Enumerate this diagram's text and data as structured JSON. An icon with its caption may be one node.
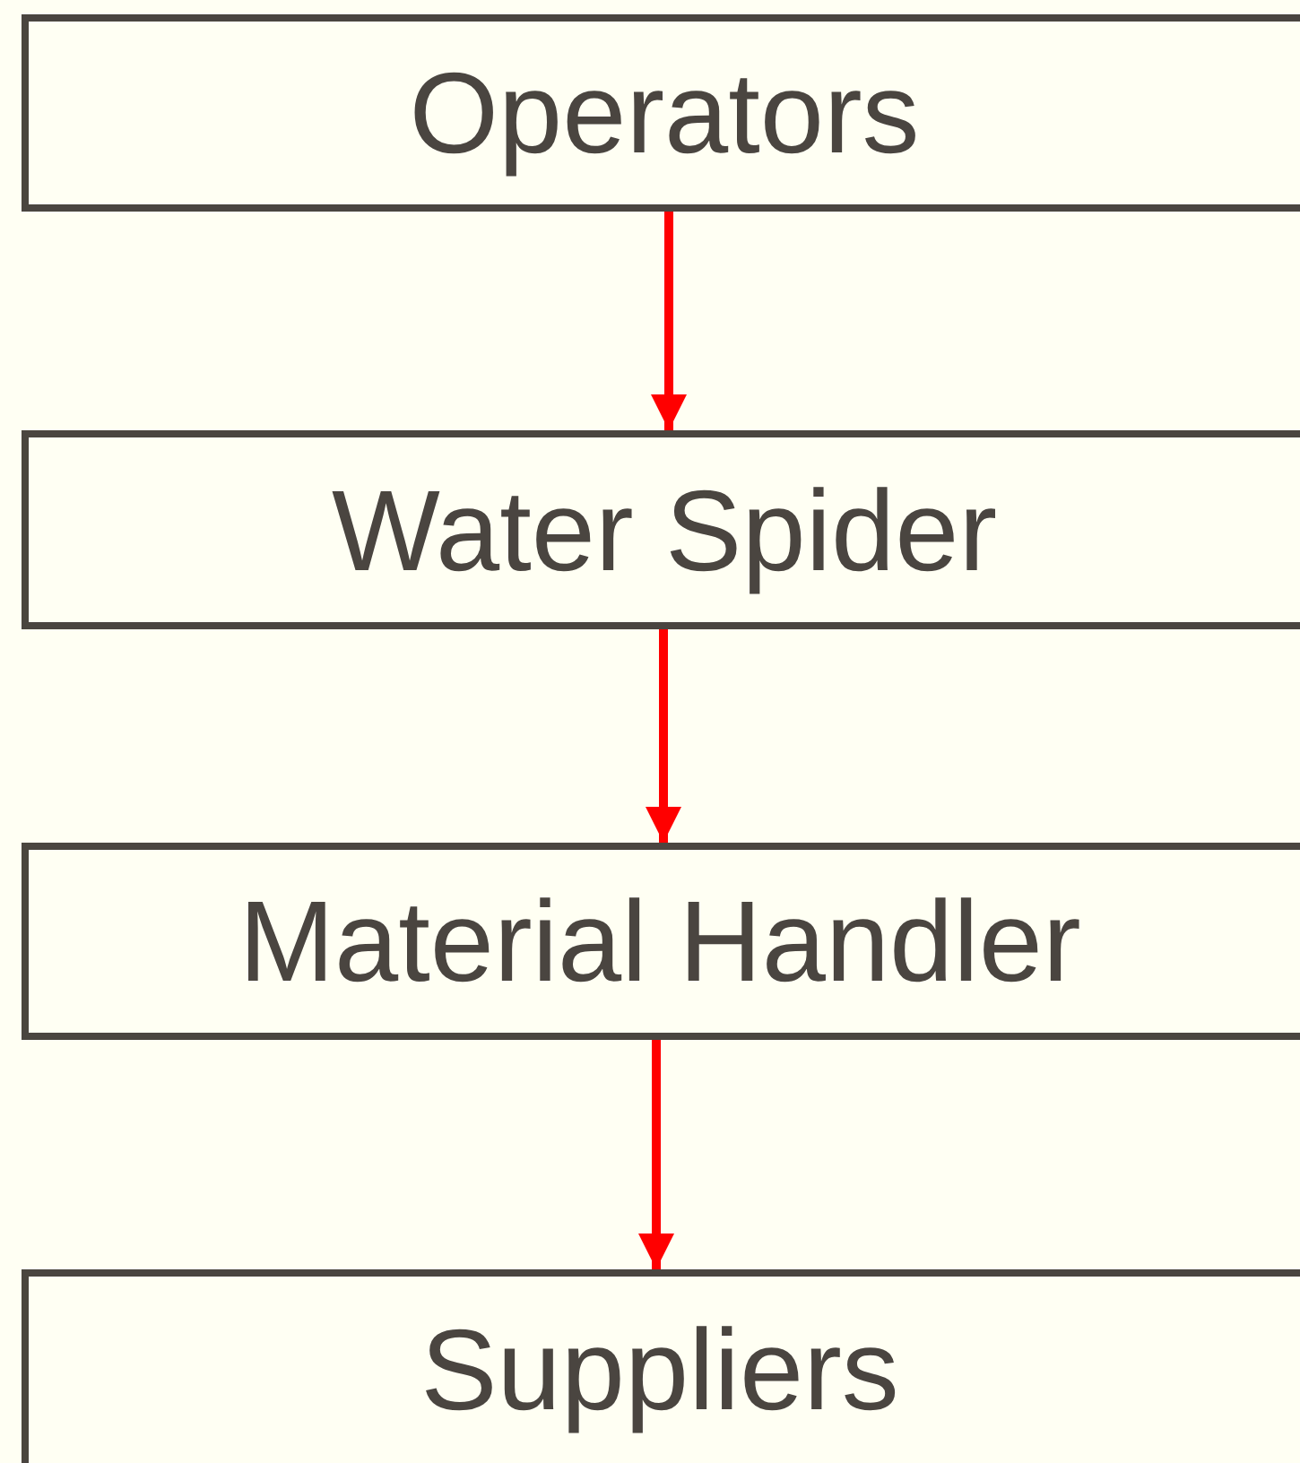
{
  "diagram": {
    "nodes": [
      {
        "text": [
          "Operators"
        ]
      },
      {
        "text": [
          "Water Spider"
        ]
      },
      {
        "text": [
          "Material Handler"
        ]
      },
      {
        "text": [
          "Suppliers"
        ]
      }
    ],
    "edges": [
      {
        "from": 0,
        "to": 1,
        "arrow": "to"
      },
      {
        "from": 1,
        "to": 2,
        "arrow": "to"
      },
      {
        "from": 2,
        "to": 3,
        "arrow": "to"
      }
    ]
  }
}
